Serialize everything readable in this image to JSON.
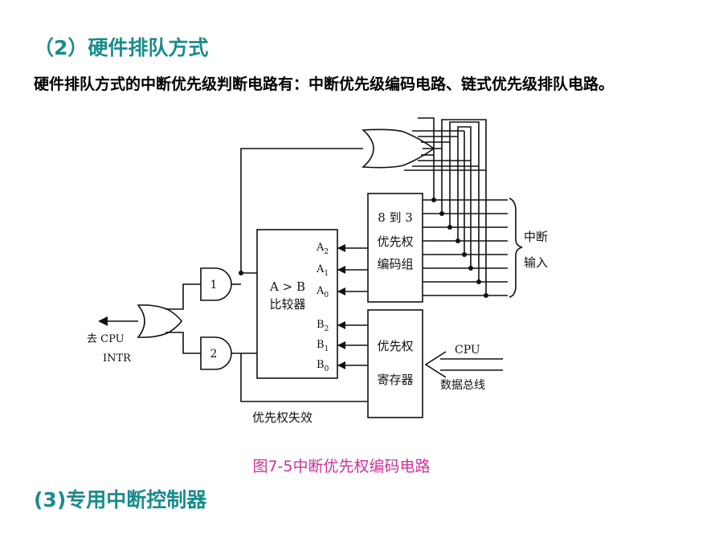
{
  "section2_title": "（2）硬件排队方式",
  "intro_text": "硬件排队方式的中断优先级判断电路有：中断优先级编码电路、链式优先级排队电路。",
  "diagram": {
    "encoder_line1": "8 到 3",
    "encoder_line2": "优先权",
    "encoder_line3": "编码组",
    "comparator_line1": "A > B",
    "comparator_line2": "比较器",
    "register_line1": "优先权",
    "register_line2": "寄存器",
    "input_a2": "A",
    "input_a1": "A",
    "input_a0": "A",
    "input_b2": "B",
    "input_b1": "B",
    "input_b0": "B",
    "sub_2": "2",
    "sub_1": "1",
    "sub_0": "0",
    "gate1_label": "1",
    "gate2_label": "2",
    "output_line1": "去 CPU",
    "output_line2": "INTR",
    "interrupt_line1": "中断",
    "interrupt_line2": "输入",
    "cpu_label": "CPU",
    "databus_label": "数据总线",
    "priority_invalid": "优先权失效"
  },
  "figure_caption": "图7-5中断优先权编码电路",
  "section3_title": "(3)专用中断控制器"
}
